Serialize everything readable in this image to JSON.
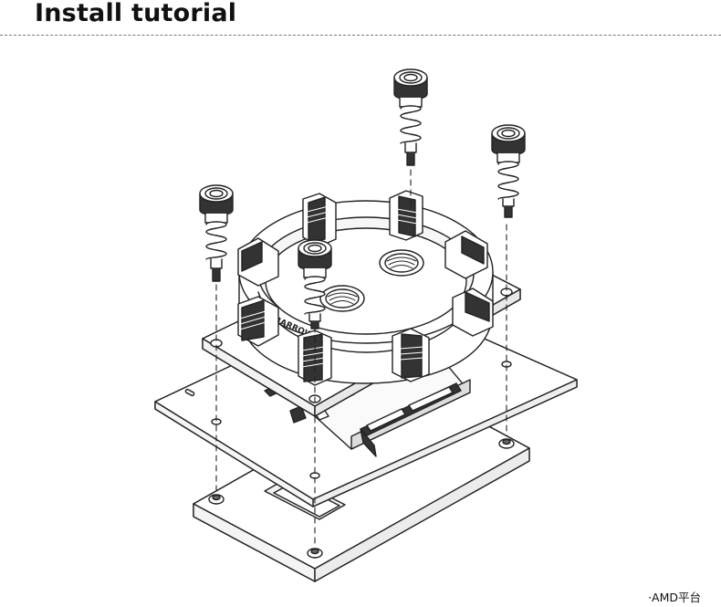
{
  "header": {
    "title": "Install tutorial"
  },
  "figure": {
    "caption": "·AMD平台",
    "plate_label": "BARROW"
  }
}
